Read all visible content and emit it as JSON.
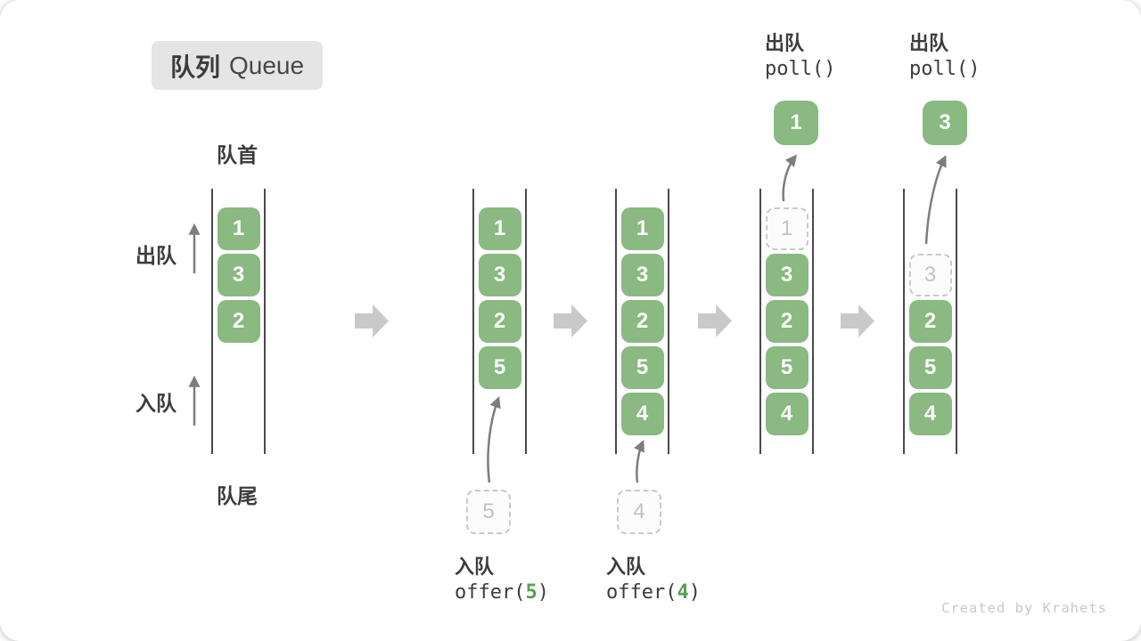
{
  "title": {
    "zh": "队列",
    "en": "Queue"
  },
  "side_labels": {
    "front": "队首",
    "rear": "队尾",
    "dequeue": "出队",
    "enqueue": "入队"
  },
  "colors": {
    "box_green": "#8ab982",
    "code_arg_green": "#55a053",
    "text_dark": "#3c3c3c",
    "column_line": "#4a4a4a",
    "thin_arrow": "#7d7d7d",
    "block_arrow": "#c9c9c9",
    "dashed_border": "#c9c9c9",
    "dashed_text": "#c2c2c2",
    "title_bg": "#e5e5e5",
    "watermark": "#c9c9c9"
  },
  "states": [
    {
      "name": "state-initial",
      "slots": [
        {
          "v": "1",
          "style": "filled"
        },
        {
          "v": "3",
          "style": "filled"
        },
        {
          "v": "2",
          "style": "filled"
        }
      ]
    },
    {
      "name": "state-offer-5",
      "slots": [
        {
          "v": "1",
          "style": "filled"
        },
        {
          "v": "3",
          "style": "filled"
        },
        {
          "v": "2",
          "style": "filled"
        },
        {
          "v": "5",
          "style": "filled"
        }
      ],
      "pending": "5",
      "below": {
        "action": "入队",
        "code_before": "offer(",
        "code_arg": "5",
        "code_after": ")"
      }
    },
    {
      "name": "state-offer-4",
      "slots": [
        {
          "v": "1",
          "style": "filled"
        },
        {
          "v": "3",
          "style": "filled"
        },
        {
          "v": "2",
          "style": "filled"
        },
        {
          "v": "5",
          "style": "filled"
        },
        {
          "v": "4",
          "style": "filled"
        }
      ],
      "pending": "4",
      "below": {
        "action": "入队",
        "code_before": "offer(",
        "code_arg": "4",
        "code_after": ")"
      }
    },
    {
      "name": "state-poll-1",
      "slots": [
        {
          "v": "1",
          "style": "dashed"
        },
        {
          "v": "3",
          "style": "filled"
        },
        {
          "v": "2",
          "style": "filled"
        },
        {
          "v": "5",
          "style": "filled"
        },
        {
          "v": "4",
          "style": "filled"
        }
      ],
      "above": {
        "action": "出队",
        "code": "poll()",
        "result": "1"
      }
    },
    {
      "name": "state-poll-3",
      "slots": [
        {
          "style": "empty"
        },
        {
          "v": "3",
          "style": "dashed"
        },
        {
          "v": "2",
          "style": "filled"
        },
        {
          "v": "5",
          "style": "filled"
        },
        {
          "v": "4",
          "style": "filled"
        }
      ],
      "above": {
        "action": "出队",
        "code": "poll()",
        "result": "3"
      }
    }
  ],
  "watermark": "Created by Krahets"
}
